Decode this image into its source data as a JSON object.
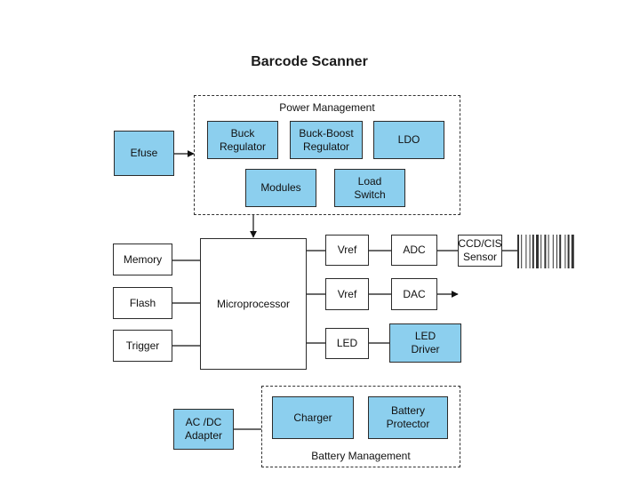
{
  "title": "Barcode Scanner",
  "colors": {
    "block_fill": "#8ccfee",
    "plain_fill": "#ffffff",
    "stroke": "#2b2b2b"
  },
  "power": {
    "label": "Power Management",
    "buck": "Buck\nRegulator",
    "buck_boost": "Buck-Boost\nRegulator",
    "ldo": "LDO",
    "modules": "Modules",
    "load_switch": "Load\nSwitch"
  },
  "efuse": "Efuse",
  "memory": "Memory",
  "flash": "Flash",
  "trigger": "Trigger",
  "microprocessor": "Microprocessor",
  "vref1": "Vref",
  "vref2": "Vref",
  "adc": "ADC",
  "dac": "DAC",
  "led": "LED",
  "led_driver": "LED\nDriver",
  "sensor": "CCD/CIS\nSensor",
  "barcode_icon": "barcode-icon",
  "adapter": "AC /DC\nAdapter",
  "battery": {
    "label": "Battery Management",
    "charger": "Charger",
    "protector": "Battery\nProtector"
  }
}
